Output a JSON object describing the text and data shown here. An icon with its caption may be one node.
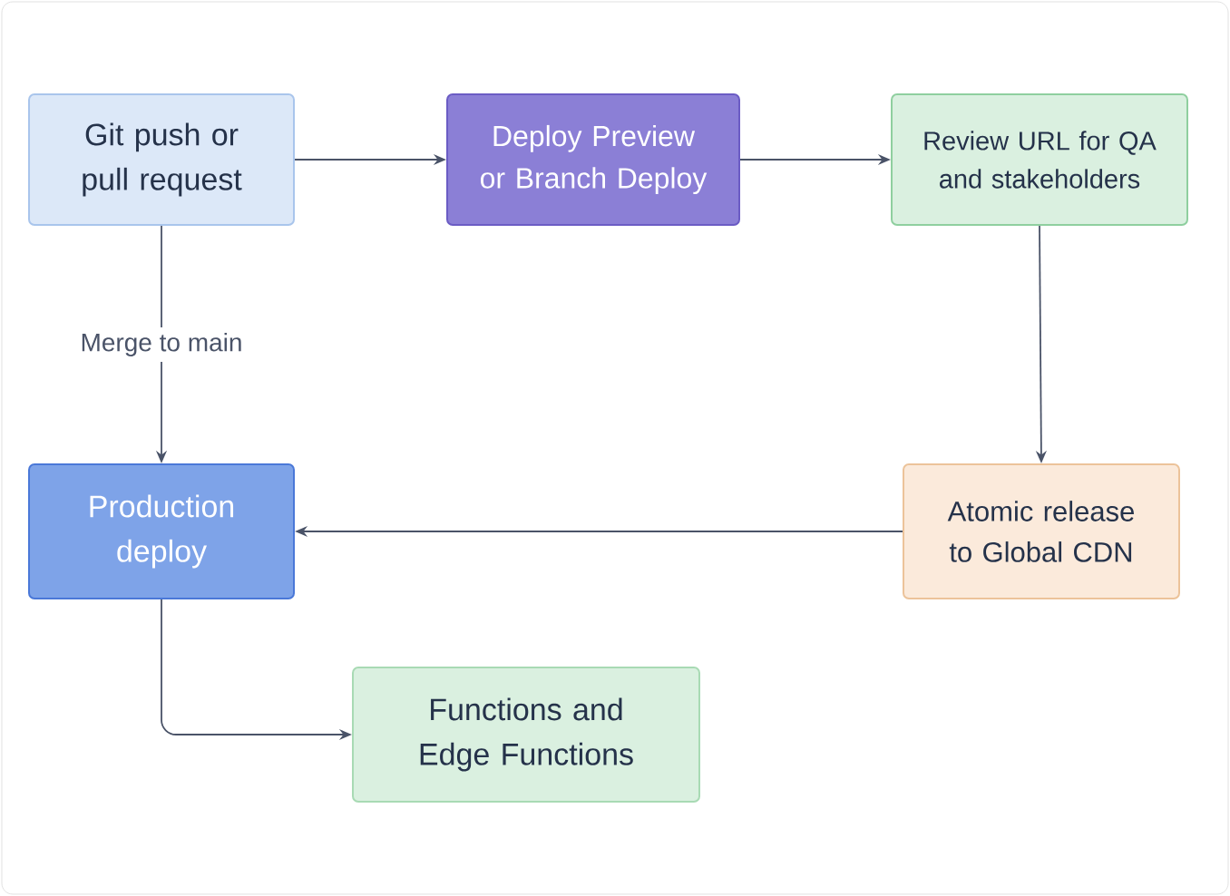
{
  "diagram": {
    "nodes": [
      {
        "text": [
          "Git push or pull request"
        ]
      },
      {
        "text": [
          "Deploy Preview or Branch Deploy"
        ]
      },
      {
        "text": [
          "Review URL for QA and stakeholders"
        ]
      },
      {
        "text": [
          "Production deploy"
        ]
      },
      {
        "text": [
          "Atomic release to Global CDN"
        ]
      },
      {
        "text": [
          "Functions and Edge Functions"
        ]
      }
    ],
    "edges": [
      {
        "from": 0,
        "to": 1,
        "arrow": "to"
      },
      {
        "from": 1,
        "to": 2,
        "arrow": "to"
      },
      {
        "from": 2,
        "to": 4,
        "arrow": "to"
      },
      {
        "from": 4,
        "to": 3,
        "arrow": "to"
      },
      {
        "from": 0,
        "to": 3,
        "arrow": "to",
        "label": "Merge to main"
      },
      {
        "from": 3,
        "to": 5,
        "arrow": "to"
      }
    ]
  }
}
